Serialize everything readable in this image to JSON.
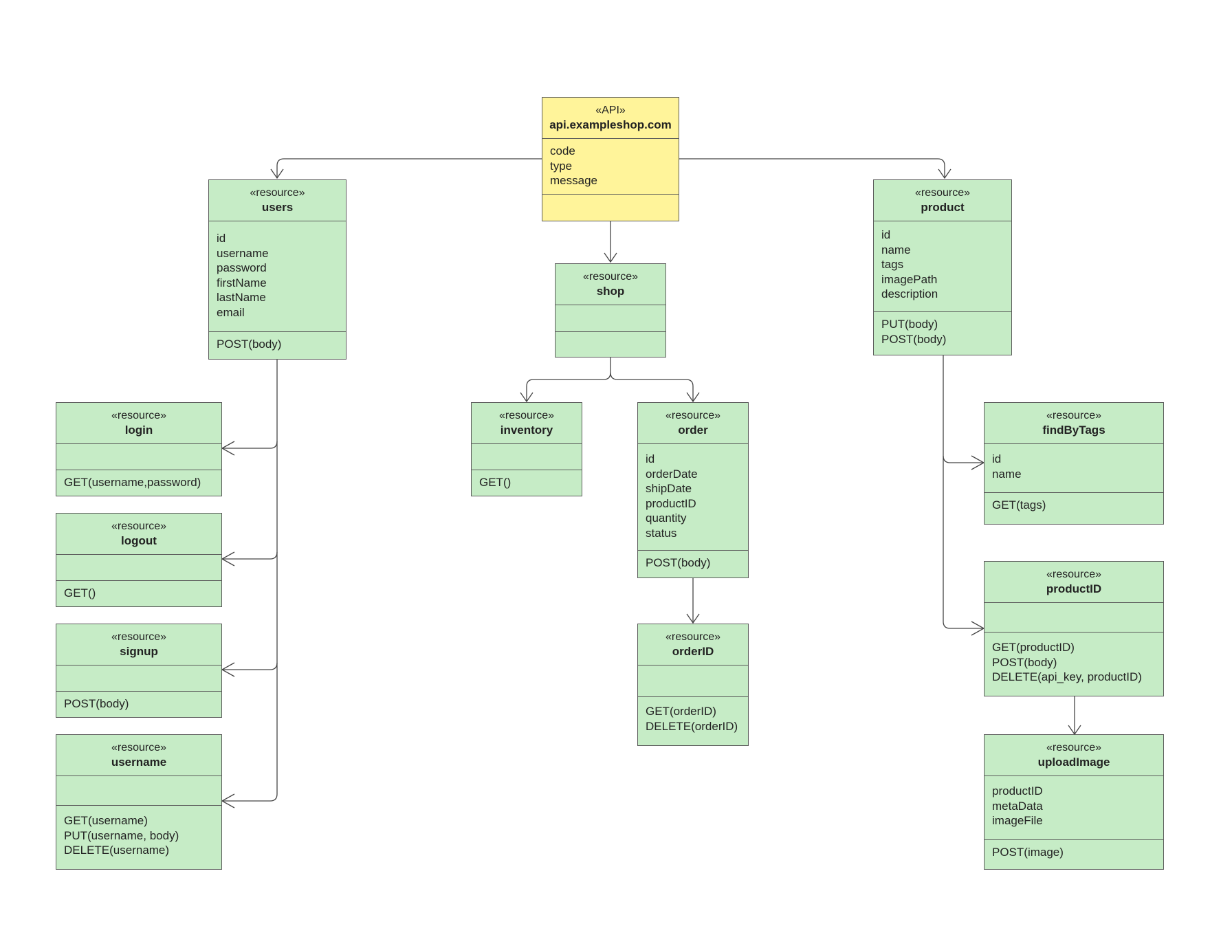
{
  "nodes": {
    "api": {
      "stereotype": "«API»",
      "name": "api.exampleshop.com",
      "attributes": [
        "code",
        "type",
        "message"
      ],
      "methods": []
    },
    "users": {
      "stereotype": "«resource»",
      "name": "users",
      "attributes": [
        "id",
        "username",
        "password",
        "firstName",
        "lastName",
        "email"
      ],
      "methods": [
        "POST(body)"
      ]
    },
    "shop": {
      "stereotype": "«resource»",
      "name": "shop",
      "attributes": [],
      "methods": []
    },
    "product": {
      "stereotype": "«resource»",
      "name": "product",
      "attributes": [
        "id",
        "name",
        "tags",
        "imagePath",
        "description"
      ],
      "methods": [
        "PUT(body)",
        "POST(body)"
      ]
    },
    "login": {
      "stereotype": "«resource»",
      "name": "login",
      "attributes": [],
      "methods": [
        "GET(username,password)"
      ]
    },
    "logout": {
      "stereotype": "«resource»",
      "name": "logout",
      "attributes": [],
      "methods": [
        "GET()"
      ]
    },
    "signup": {
      "stereotype": "«resource»",
      "name": "signup",
      "attributes": [],
      "methods": [
        "POST(body)"
      ]
    },
    "username": {
      "stereotype": "«resource»",
      "name": "username",
      "attributes": [],
      "methods": [
        "GET(username)",
        "PUT(username, body)",
        "DELETE(username)"
      ]
    },
    "inventory": {
      "stereotype": "«resource»",
      "name": "inventory",
      "attributes": [],
      "methods": [
        "GET()"
      ]
    },
    "order": {
      "stereotype": "«resource»",
      "name": "order",
      "attributes": [
        "id",
        "orderDate",
        "shipDate",
        "productID",
        "quantity",
        "status"
      ],
      "methods": [
        "POST(body)"
      ]
    },
    "orderID": {
      "stereotype": "«resource»",
      "name": "orderID",
      "attributes": [],
      "methods": [
        "GET(orderID)",
        "DELETE(orderID)"
      ]
    },
    "findByTags": {
      "stereotype": "«resource»",
      "name": "findByTags",
      "attributes": [
        "id",
        "name"
      ],
      "methods": [
        "GET(tags)"
      ]
    },
    "productID": {
      "stereotype": "«resource»",
      "name": "productID",
      "attributes": [],
      "methods": [
        "GET(productID)",
        "POST(body)",
        "DELETE(api_key, productID)"
      ]
    },
    "uploadImage": {
      "stereotype": "«resource»",
      "name": "uploadImage",
      "attributes": [
        "productID",
        "metaData",
        "imageFile"
      ],
      "methods": [
        "POST(image)"
      ]
    }
  },
  "edges": [
    {
      "from": "api",
      "to": "users"
    },
    {
      "from": "api",
      "to": "shop"
    },
    {
      "from": "api",
      "to": "product"
    },
    {
      "from": "users",
      "to": "login"
    },
    {
      "from": "users",
      "to": "logout"
    },
    {
      "from": "users",
      "to": "signup"
    },
    {
      "from": "users",
      "to": "username"
    },
    {
      "from": "shop",
      "to": "inventory"
    },
    {
      "from": "shop",
      "to": "order"
    },
    {
      "from": "order",
      "to": "orderID"
    },
    {
      "from": "product",
      "to": "findByTags"
    },
    {
      "from": "product",
      "to": "productID"
    },
    {
      "from": "productID",
      "to": "uploadImage"
    }
  ],
  "colors": {
    "api_fill": "#fff49a",
    "resource_fill": "#c6ecc6",
    "border": "#5a5a5a",
    "connector": "#444444"
  }
}
